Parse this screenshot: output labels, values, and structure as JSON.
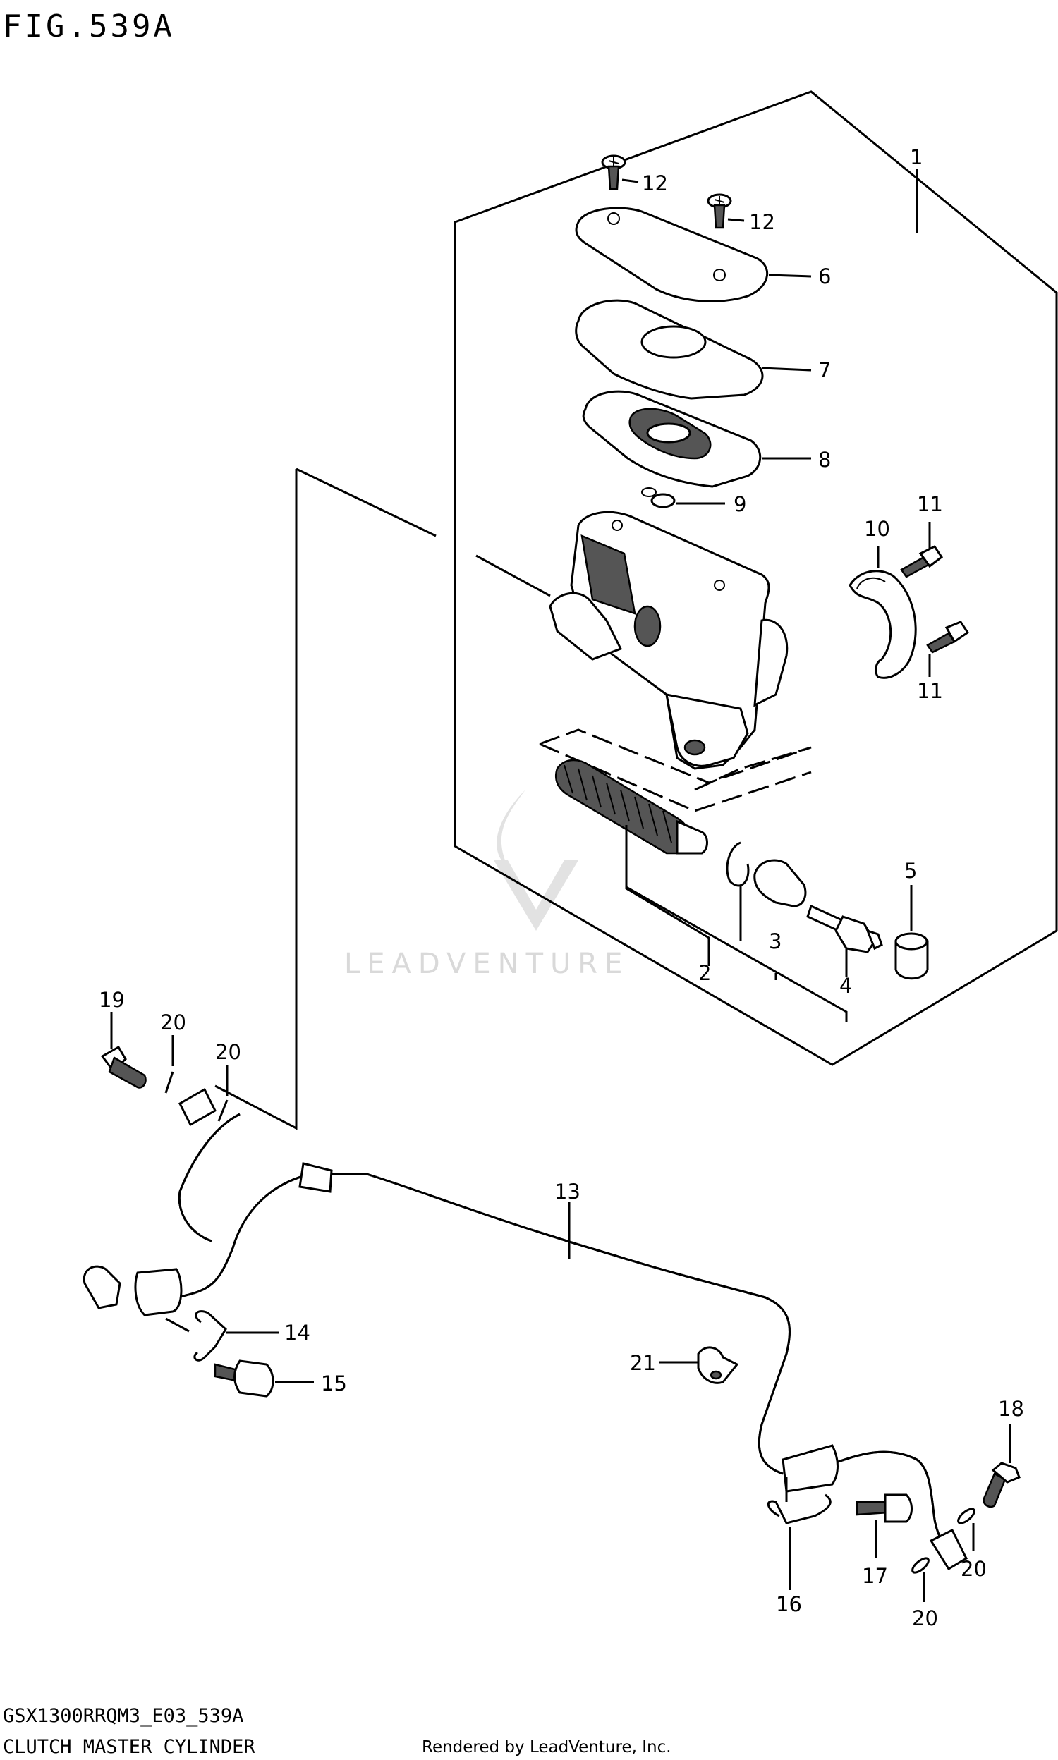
{
  "figure": {
    "title": "FIG.539A",
    "model_code": "GSX1300RRQM3_E03_539A",
    "section_name": "CLUTCH MASTER CYLINDER",
    "credit": "Rendered by LeadVenture, Inc.",
    "watermark": "LEADVENTURE"
  },
  "callouts": [
    "1",
    "2",
    "3",
    "4",
    "5",
    "6",
    "7",
    "8",
    "9",
    "10",
    "11",
    "11",
    "12",
    "12",
    "13",
    "14",
    "15",
    "16",
    "17",
    "18",
    "19",
    "20",
    "20",
    "20",
    "20",
    "21"
  ]
}
